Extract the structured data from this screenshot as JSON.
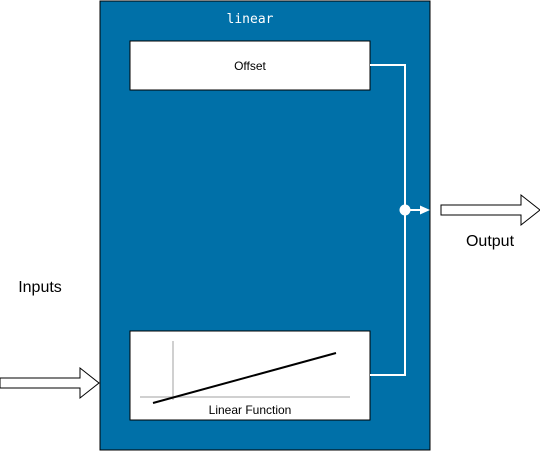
{
  "block": {
    "title": "linear",
    "fill_color": "#0070a8"
  },
  "offset_box": {
    "label": "Offset"
  },
  "function_box": {
    "label": "Linear Function"
  },
  "labels": {
    "inputs": "Inputs",
    "output": "Output"
  },
  "colors": {
    "connector": "#ffffff",
    "box_fill": "#ffffff",
    "axis": "#c0c0c0",
    "plot_line": "#000000"
  }
}
